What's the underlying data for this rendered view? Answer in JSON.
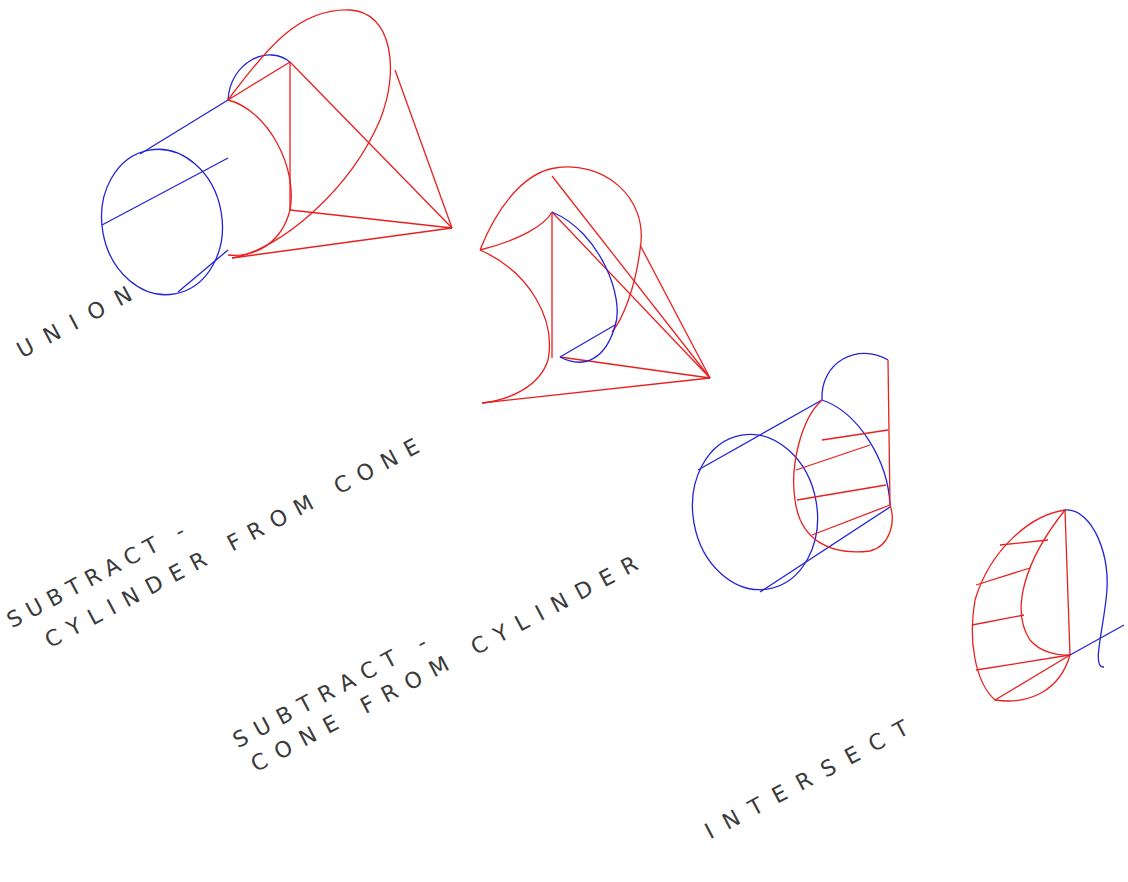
{
  "diagram": {
    "labels": [
      "UNION",
      "SUBTRACT -",
      "CYLINDER FROM CONE",
      "SUBTRACT -",
      "CONE FROM CYLINDER",
      "INTERSECT"
    ]
  }
}
